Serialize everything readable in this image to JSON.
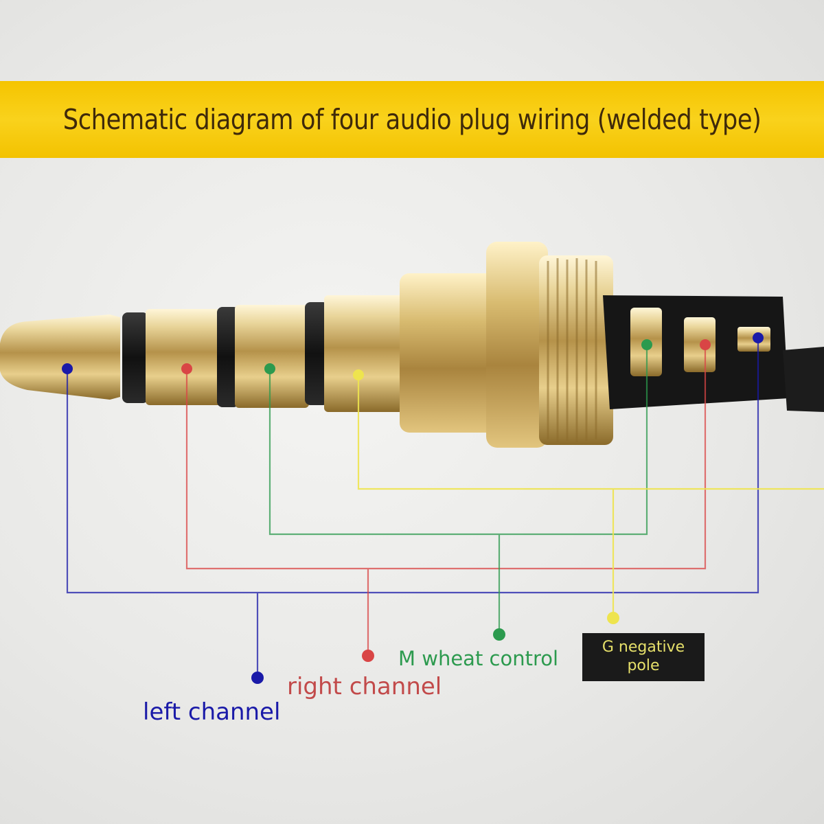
{
  "title": "Schematic diagram of four audio plug wiring (welded type)",
  "colors": {
    "left": "#1a1aa8",
    "right": "#d94545",
    "mic": "#2c9a4e",
    "ground": "#e6e040",
    "banner": "#f7cc0a",
    "brass": "#d9c07a"
  },
  "labels": {
    "left_channel": "left channel",
    "right_channel": "right channel",
    "mic_control": "M wheat control",
    "ground_line1": "G negative",
    "ground_line2": "pole"
  }
}
